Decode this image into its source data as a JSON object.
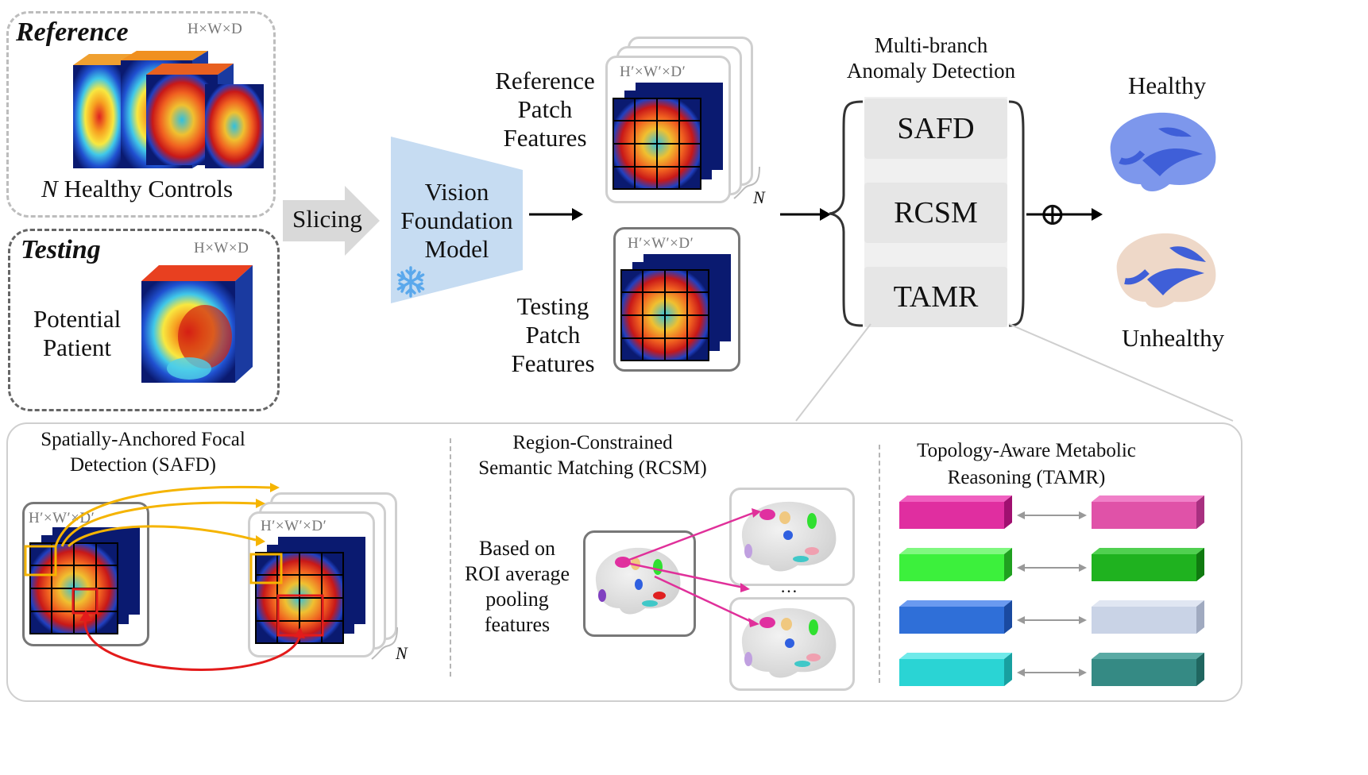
{
  "reference": {
    "title": "Reference",
    "dims": "H×W×D",
    "count_symbol": "N",
    "caption": "Healthy Controls"
  },
  "testing": {
    "title": "Testing",
    "dims": "H×W×D",
    "caption_line1": "Potential",
    "caption_line2": "Patient"
  },
  "slicing": {
    "label": "Slicing"
  },
  "vfm": {
    "line1": "Vision",
    "line2": "Foundation",
    "line3": "Model",
    "frozen_icon": "snowflake-icon"
  },
  "ref_patch": {
    "line1": "Reference",
    "line2": "Patch",
    "line3": "Features",
    "dims": "H′×W′×D′",
    "count_symbol": "N"
  },
  "test_patch": {
    "line1": "Testing",
    "line2": "Patch",
    "line3": "Features",
    "dims": "H′×W′×D′"
  },
  "detection": {
    "title_line1": "Multi-branch",
    "title_line2": "Anomaly Detection",
    "branches": [
      "SAFD",
      "RCSM",
      "TAMR"
    ],
    "combine_symbol": "⊕"
  },
  "outputs": {
    "healthy": "Healthy",
    "unhealthy": "Unhealthy"
  },
  "safd": {
    "title_line1": "Spatially-Anchored Focal",
    "title_line2": "Detection (SAFD)",
    "dims_left": "H′×W′×D′",
    "dims_right": "H′×W′×D′",
    "count_symbol": "N"
  },
  "rcsm": {
    "title_line1": "Region-Constrained",
    "title_line2": "Semantic Matching (RCSM)",
    "desc_line1": "Based on",
    "desc_line2": "ROI average",
    "desc_line3": "pooling",
    "desc_line4": "features",
    "ellipsis": "…"
  },
  "tamr": {
    "title_line1": "Topology-Aware Metabolic",
    "title_line2": "Reasoning (TAMR)"
  },
  "colors": {
    "arrow_orange": "#f5b400",
    "arrow_red": "#e31b1b",
    "arrow_magenta": "#e0309a",
    "vfm_fill": "#c6dcf2",
    "brain_healthy": "#3f5fd8",
    "bar_magenta": "#e02ea0",
    "bar_green": "#3cf03c",
    "bar_blue": "#2f6fd8",
    "bar_cyan": "#2ad4d4",
    "bar_magenta_light": "#e052a8",
    "bar_green_dark": "#1fb21f",
    "bar_blue_light": "#c9d3e6",
    "bar_teal": "#358a84"
  }
}
